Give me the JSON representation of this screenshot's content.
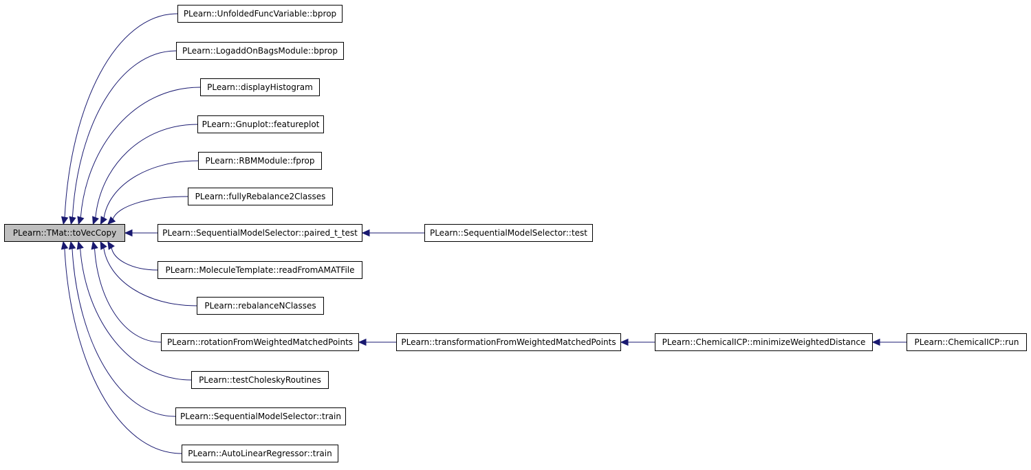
{
  "graph": {
    "edge_color": "#191970",
    "root_fill": "#bfbfbf",
    "nodes": [
      {
        "id": "root",
        "label": "PLearn::TMat::toVecCopy"
      },
      {
        "id": "n1",
        "label": "PLearn::UnfoldedFuncVariable::bprop"
      },
      {
        "id": "n2",
        "label": "PLearn::LogaddOnBagsModule::bprop"
      },
      {
        "id": "n3",
        "label": "PLearn::displayHistogram"
      },
      {
        "id": "n4",
        "label": "PLearn::Gnuplot::featureplot"
      },
      {
        "id": "n5",
        "label": "PLearn::RBMModule::fprop"
      },
      {
        "id": "n6",
        "label": "PLearn::fullyRebalance2Classes"
      },
      {
        "id": "n7",
        "label": "PLearn::SequentialModelSelector::paired_t_test"
      },
      {
        "id": "n8",
        "label": "PLearn::MoleculeTemplate::readFromAMATFile"
      },
      {
        "id": "n9",
        "label": "PLearn::rebalanceNClasses"
      },
      {
        "id": "n10",
        "label": "PLearn::rotationFromWeightedMatchedPoints"
      },
      {
        "id": "n11",
        "label": "PLearn::testCholeskyRoutines"
      },
      {
        "id": "n12",
        "label": "PLearn::SequentialModelSelector::train"
      },
      {
        "id": "n13",
        "label": "PLearn::AutoLinearRegressor::train"
      },
      {
        "id": "n14",
        "label": "PLearn::SequentialModelSelector::test"
      },
      {
        "id": "n15",
        "label": "PLearn::transformationFromWeightedMatchedPoints"
      },
      {
        "id": "n16",
        "label": "PLearn::ChemicalICP::minimizeWeightedDistance"
      },
      {
        "id": "n17",
        "label": "PLearn::ChemicalICP::run"
      }
    ],
    "edges": [
      {
        "from": "n1",
        "to": "root"
      },
      {
        "from": "n2",
        "to": "root"
      },
      {
        "from": "n3",
        "to": "root"
      },
      {
        "from": "n4",
        "to": "root"
      },
      {
        "from": "n5",
        "to": "root"
      },
      {
        "from": "n6",
        "to": "root"
      },
      {
        "from": "n7",
        "to": "root"
      },
      {
        "from": "n8",
        "to": "root"
      },
      {
        "from": "n9",
        "to": "root"
      },
      {
        "from": "n10",
        "to": "root"
      },
      {
        "from": "n11",
        "to": "root"
      },
      {
        "from": "n12",
        "to": "root"
      },
      {
        "from": "n13",
        "to": "root"
      },
      {
        "from": "n14",
        "to": "n7"
      },
      {
        "from": "n15",
        "to": "n10"
      },
      {
        "from": "n16",
        "to": "n15"
      },
      {
        "from": "n17",
        "to": "n16"
      }
    ]
  }
}
